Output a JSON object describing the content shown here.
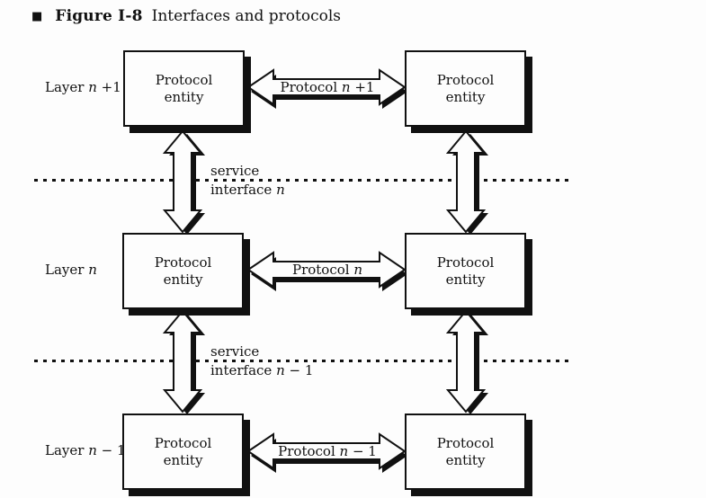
{
  "colors": {
    "ink": "#111111",
    "paper": "#fdfdfd"
  },
  "caption": {
    "bullet": "■",
    "label": "Figure I-8",
    "title": "Interfaces and protocols"
  },
  "entity_box": {
    "line1": "Protocol",
    "line2": "entity"
  },
  "layers": [
    {
      "layer_label": {
        "pre": "Layer ",
        "var": "n",
        "post": " +1"
      },
      "protocol_label": {
        "pre": "Protocol ",
        "var": "n",
        "post": " +1"
      }
    },
    {
      "layer_label": {
        "pre": "Layer ",
        "var": "n",
        "post": ""
      },
      "protocol_label": {
        "pre": "Protocol ",
        "var": "n",
        "post": ""
      }
    },
    {
      "layer_label": {
        "pre": "Layer ",
        "var": "n",
        "post": " − 1"
      },
      "protocol_label": {
        "pre": "Protocol ",
        "var": "n",
        "post": " − 1"
      }
    }
  ],
  "interfaces": [
    {
      "line1": "service",
      "line2_pre": "interface ",
      "var": "n",
      "post": ""
    },
    {
      "line1": "service",
      "line2_pre": "interface ",
      "var": "n",
      "post": " − 1"
    }
  ]
}
